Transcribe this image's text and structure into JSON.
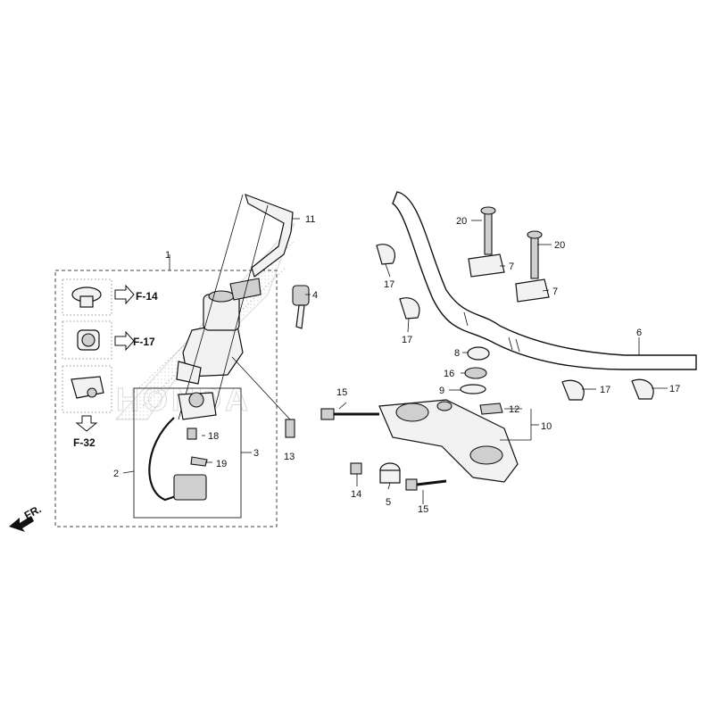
{
  "diagram": {
    "callouts": {
      "c1": "1",
      "c2": "2",
      "c3": "3",
      "c4": "4",
      "c5": "5",
      "c6": "6",
      "c7a": "7",
      "c7b": "7",
      "c8": "8",
      "c9": "9",
      "c10": "10",
      "c11": "11",
      "c12": "12",
      "c13": "13",
      "c14": "14",
      "c15a": "15",
      "c15b": "15",
      "c16": "16",
      "c17a": "17",
      "c17b": "17",
      "c17c": "17",
      "c17d": "17",
      "c18": "18",
      "c19": "19",
      "c20a": "20",
      "c20b": "20"
    },
    "references": {
      "f14": "F-14",
      "f17": "F-17",
      "f32": "F-32"
    },
    "direction_label": "FR.",
    "watermark": "HONDA"
  }
}
